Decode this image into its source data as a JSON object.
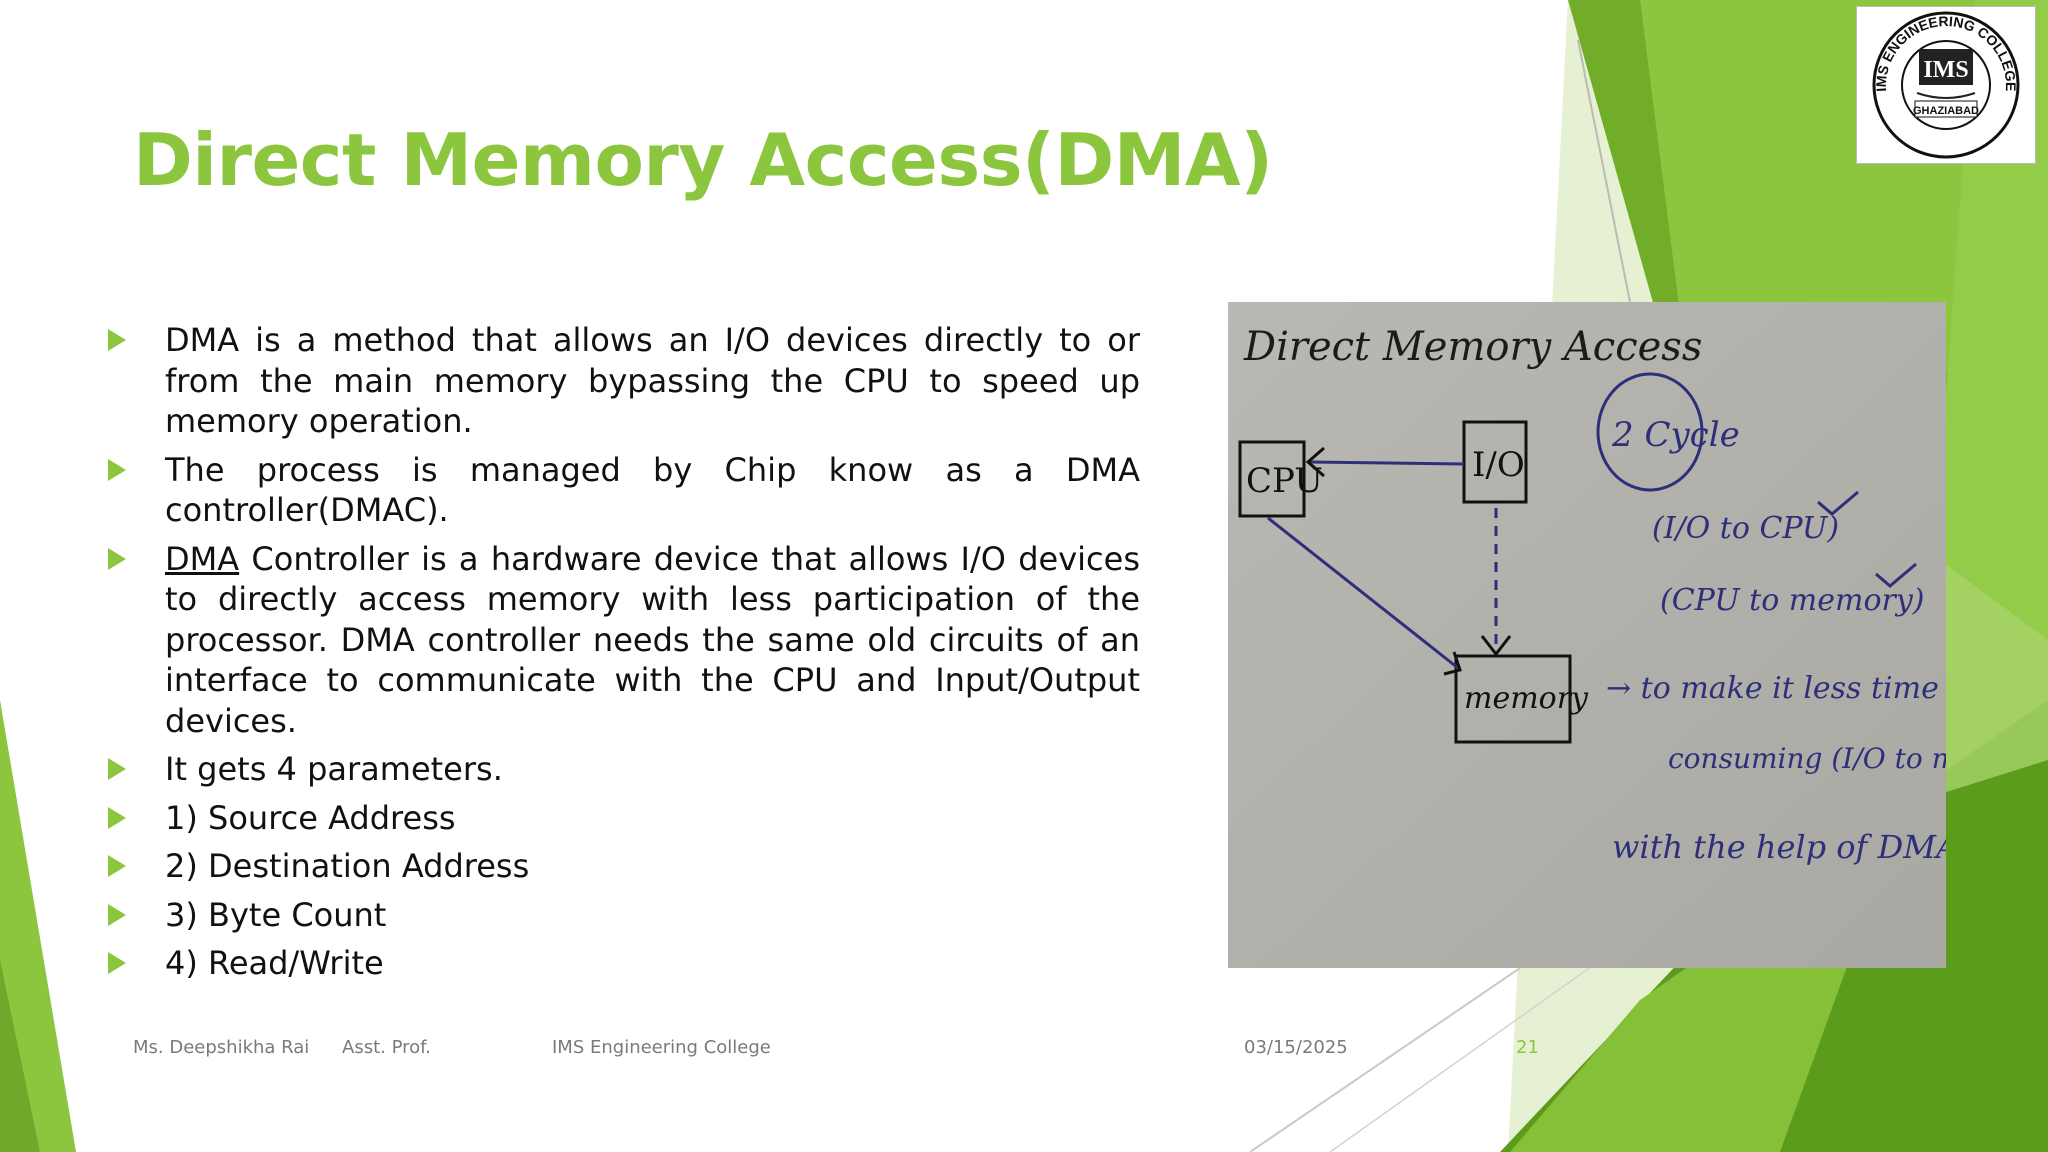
{
  "slide": {
    "title": "Direct Memory Access(DMA)",
    "bullets": [
      "DMA is a method that allows an I/O devices directly to or from the main memory bypassing the CPU to speed up memory operation.",
      "The process is managed by Chip know as a DMA controller(DMAC)."
    ],
    "bullet3": {
      "underlined": "DMA",
      "rest": " Controller is a hardware device that allows I/O devices to directly access memory with less participation of the processor. DMA controller needs the same old circuits of an interface to communicate with the CPU and Input/Output devices."
    },
    "short_bullets": [
      "It gets 4 parameters.",
      "1) Source Address",
      "2) Destination Address",
      "3) Byte Count",
      "4) Read/Write"
    ],
    "footer": {
      "author": "Ms. Deepshikha Rai",
      "designation": "Asst. Prof.",
      "college": "IMS Engineering College",
      "date": "03/15/2025",
      "page": "21"
    }
  },
  "whiteboard": {
    "heading": "Direct Memory Access",
    "box_cpu": "CPU",
    "box_io": "I/O",
    "box_memory": "memory",
    "cycle_label": "2 Cycle",
    "notes": [
      "(I/O to CPU)",
      "(CPU to memory)",
      "→ to make it less time",
      "consuming (I/O to memory)",
      "with the help of DMA."
    ]
  },
  "logo": {
    "center_text": "IMS",
    "ring_text": "IMS ENGINEERING COLLEGE",
    "city": "GHAZIABAD"
  },
  "colors": {
    "accent_green": "#8cc63f",
    "dark_green": "#5a9e1f",
    "whiteboard_ink": "#2d2f7a"
  }
}
